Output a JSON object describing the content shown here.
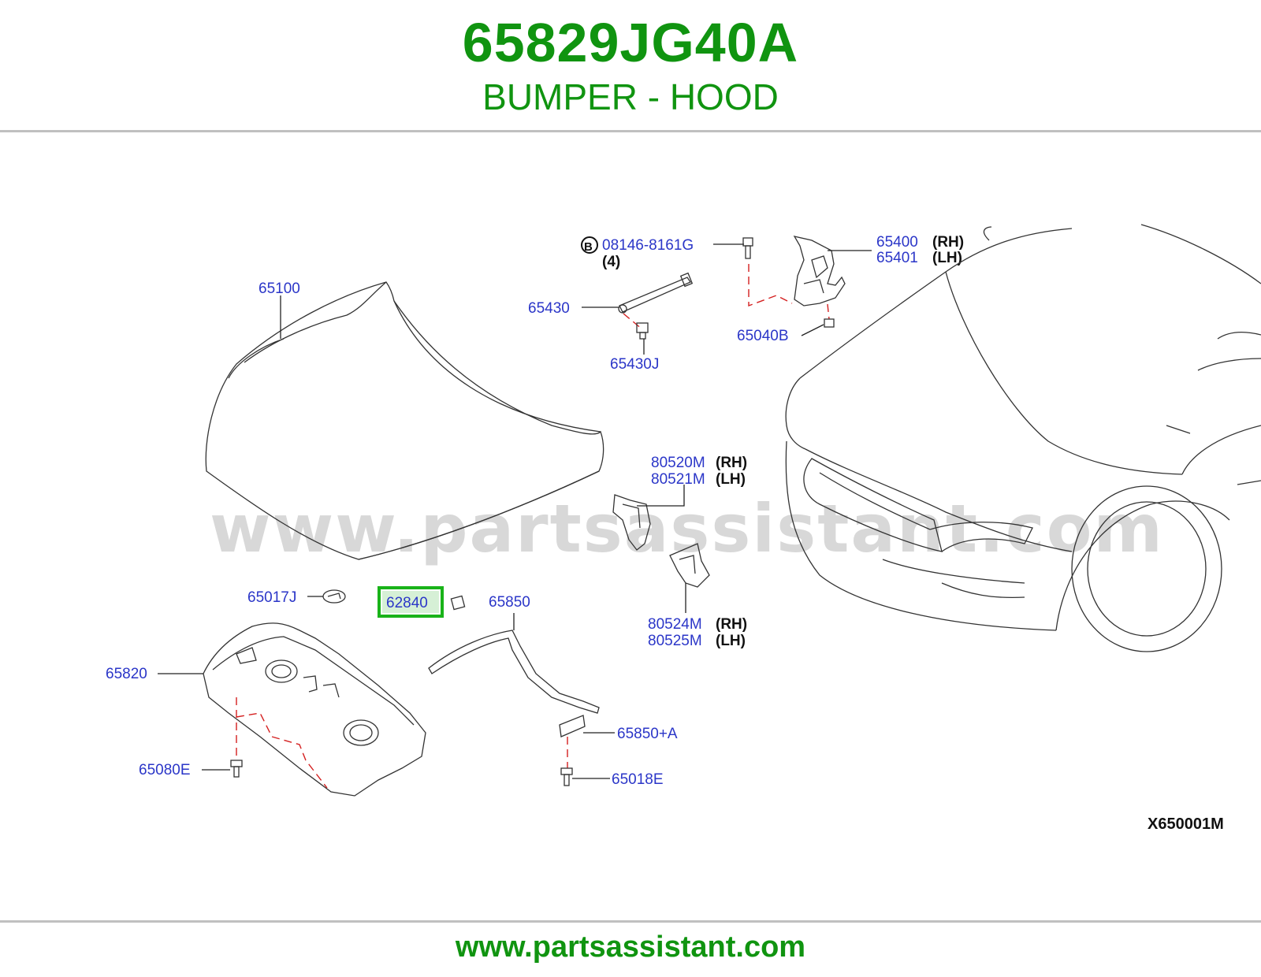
{
  "header": {
    "part_number": "65829JG40A",
    "category": "BUMPER - HOOD"
  },
  "watermark": "www.partsassistant.com",
  "footer": {
    "url": "www.partsassistant.com"
  },
  "diagram": {
    "reference": "X650001M",
    "bolt_marker": "B",
    "highlight_color": "#19b319",
    "label_color": "#2b36c8",
    "labels": {
      "hood": "65100",
      "bolt": "08146-8161G",
      "bolt_qty": "(4)",
      "stay": "65430",
      "stay_clip": "65430J",
      "hinge_rh": "65400",
      "hinge_rh_side": "(RH)",
      "hinge_lh": "65401",
      "hinge_lh_side": "(LH)",
      "hinge_nut": "65040B",
      "bracket_upper_rh": "80520M",
      "bracket_upper_rh_side": "(RH)",
      "bracket_upper_lh": "80521M",
      "bracket_upper_lh_side": "(LH)",
      "bracket_lower_rh": "80524M",
      "bracket_lower_rh_side": "(RH)",
      "bracket_lower_lh": "80525M",
      "bracket_lower_lh_side": "(LH)",
      "emblem": "65017J",
      "highlighted_part": "62840",
      "seal": "65850",
      "insulator": "65820",
      "clip": "65080E",
      "seal_bracket": "65850+A",
      "screw": "65018E"
    }
  }
}
